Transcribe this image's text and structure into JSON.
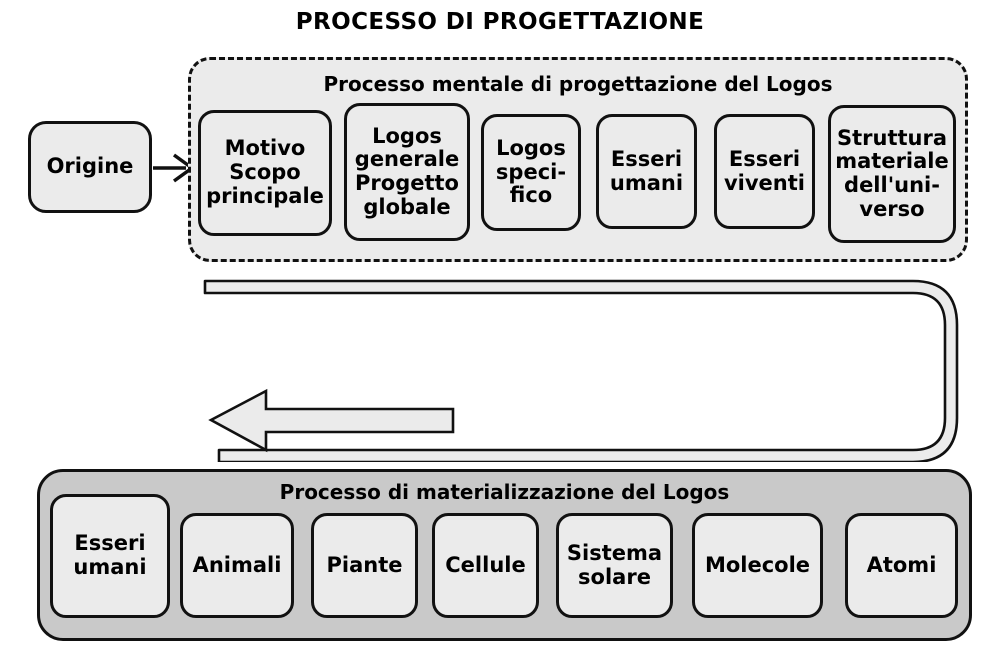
{
  "title": "PROCESSO DI PROGETTAZIONE",
  "colors": {
    "node_fill": "#ebebeb",
    "node_stroke": "#111111",
    "dashed_container_fill": "#ebebeb",
    "gray_container_fill": "#c9c9c9",
    "arrow_fill": "#ebebeb",
    "background": "#ffffff",
    "text": "#000000"
  },
  "origin": {
    "label": "Origine"
  },
  "arrows": {
    "origin_to_process": "arrow-right-icon",
    "feedback_loop": "u-turn-arrow-left-icon"
  },
  "mental_process": {
    "title": "Processo mentale di progettazione del Logos",
    "nodes": [
      {
        "label": "Motivo\nScopo\nprincipale"
      },
      {
        "label": "Logos\ngenerale\nProgetto\nglobale"
      },
      {
        "label": "Logos\nspeci-\nfico"
      },
      {
        "label": "Esseri\numani"
      },
      {
        "label": "Esseri\nviventi"
      },
      {
        "label": "Struttura\nmateriale\ndell'uni-\nverso"
      }
    ]
  },
  "materialization_process": {
    "title": "Processo di materializzazione del Logos",
    "nodes": [
      {
        "label": "Esseri\numani"
      },
      {
        "label": "Animali"
      },
      {
        "label": "Piante"
      },
      {
        "label": "Cellule"
      },
      {
        "label": "Sistema\nsolare"
      },
      {
        "label": "Molecole"
      },
      {
        "label": "Atomi"
      }
    ]
  }
}
